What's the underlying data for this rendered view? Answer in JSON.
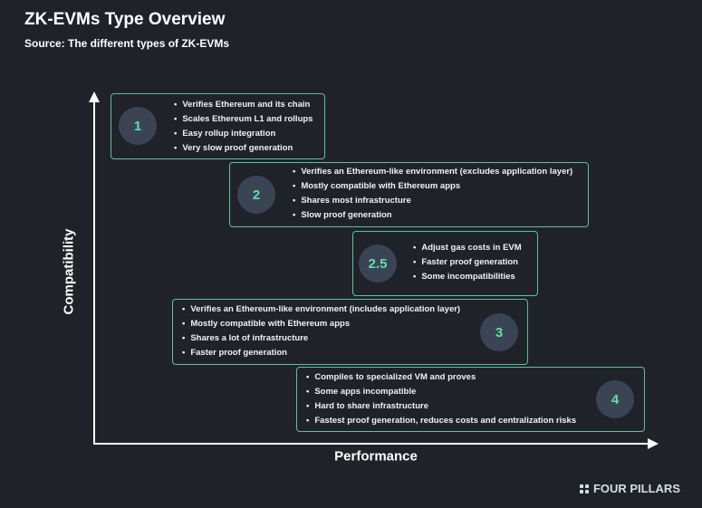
{
  "header": {
    "title": "ZK-EVMs Type Overview",
    "subtitle": "Source: The different types of ZK-EVMs"
  },
  "axes": {
    "x_label": "Performance",
    "y_label": "Compatibility"
  },
  "types": [
    {
      "badge": "1",
      "items": [
        "Verifies Ethereum and its chain",
        "Scales Ethereum L1 and rollups",
        "Easy rollup integration",
        "Very slow proof generation"
      ]
    },
    {
      "badge": "2",
      "items": [
        "Verifies an Ethereum-like environment (excludes application layer)",
        "Mostly compatible with Ethereum apps",
        "Shares most infrastructure",
        "Slow proof generation"
      ]
    },
    {
      "badge": "2.5",
      "items": [
        "Adjust gas costs in EVM",
        "Faster proof generation",
        "Some incompatibilities"
      ]
    },
    {
      "badge": "3",
      "items": [
        "Verifies an Ethereum-like environment (includes application layer)",
        "Mostly compatible with Ethereum apps",
        "Shares a lot of infrastructure",
        "Faster proof generation"
      ]
    },
    {
      "badge": "4",
      "items": [
        "Compiles to specialized VM and proves",
        "Some apps incompatible",
        "Hard to share infrastructure",
        "Fastest proof generation, reduces costs and centralization risks"
      ]
    }
  ],
  "brand": {
    "name": "FOUR PILLARS"
  },
  "colors": {
    "background": "#1f2329",
    "box_border": "#5fbf9a",
    "badge_fill": "#3a4454",
    "badge_text": "#5fe0a9"
  }
}
